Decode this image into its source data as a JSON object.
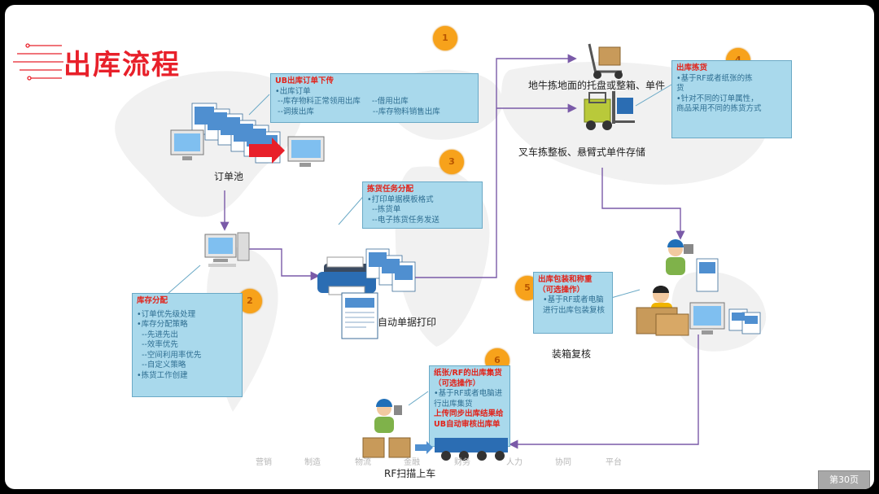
{
  "title": "出库流程",
  "badges": [
    "1",
    "2",
    "3",
    "4",
    "5",
    "6"
  ],
  "boxes": {
    "ub_upload": {
      "heading": "UB出库订单下传",
      "lines": [
        "•出库订单",
        "--库存物料正常领用出库",
        "--借用出库",
        "--调拨出库",
        "--库存物料销售出库"
      ]
    },
    "allocation": {
      "heading": "库存分配",
      "lines": [
        "•订单优先级处理",
        "•库存分配策略",
        "--先进先出",
        "--效率优先",
        "--空间利用率优先",
        "--自定义策略",
        "•拣货工作创建"
      ]
    },
    "pick_task": {
      "heading": "拣货任务分配",
      "lines": [
        "•打印单据模板格式",
        "--拣货单",
        "--电子拣货任务发送"
      ]
    },
    "picking": {
      "heading": "出库拣货",
      "lines": [
        "•基于RF或者纸张的拣货",
        "•针对不同的订单属性，商品采用不同的拣货方式"
      ]
    },
    "packing": {
      "heading": "出库包装和称重",
      "heading2": "（可选操作）",
      "lines": [
        "•基于RF或者电脑进行出库包装复核"
      ]
    },
    "loading": {
      "heading": "纸张/RF的出库集货（可选操作）",
      "lines": [
        "•基于RF或者电脑进行出库集货"
      ],
      "red": "上传同步出库结果给UB自动审核出库单"
    }
  },
  "labels": {
    "order_pool": "订单池",
    "auto_print": "自动单据打印",
    "floor_pick": "地牛拣地面的托盘或整箱、单件",
    "forklift_pick": "叉车拣整板、悬臂式单件存储",
    "packing_check": "装箱复核",
    "rf_load": "RF扫描上车"
  },
  "navbar": [
    "营销",
    "制造",
    "物流",
    "金融",
    "财务",
    "人力",
    "协同",
    "平台"
  ],
  "page_indicator": "第30页",
  "colors": {
    "title": "#e8202a",
    "box_fill": "#a9d9ec",
    "box_text": "#2f6f92",
    "heading_red": "#e2231a",
    "badge": "#f7a21b",
    "connector": "#7a5aa8"
  }
}
